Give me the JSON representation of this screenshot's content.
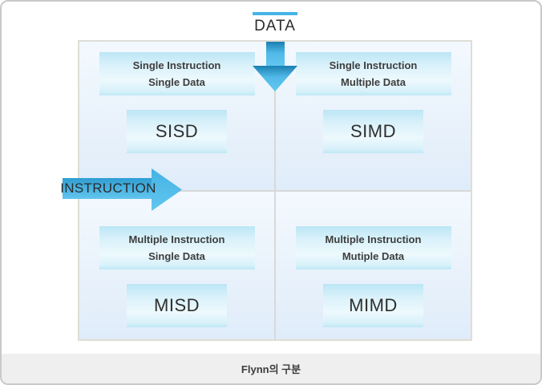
{
  "diagram": {
    "title_caption": "Flynn의 구분",
    "data_axis_label": "DATA",
    "instruction_axis_label": "INSTRUCTION",
    "quadrants": [
      {
        "line1": "Single Instruction",
        "line2": "Single Data",
        "acronym": "SISD"
      },
      {
        "line1": "Single Instruction",
        "line2": "Multiple Data",
        "acronym": "SIMD"
      },
      {
        "line1": "Multiple Instruction",
        "line2": "Single Data",
        "acronym": "MISD"
      },
      {
        "line1": "Multiple Instruction",
        "line2": "Mutiple Data",
        "acronym": "MIMD"
      }
    ],
    "colors": {
      "accent_bar_blue": "#45b4e7",
      "arrow_blue_dark": "#1a7fb1",
      "arrow_blue_light": "#64c7f1",
      "box_blue": "#bce6f5",
      "quadrant_bg": "#e9f2fb",
      "footer_bg": "#efefef"
    }
  }
}
